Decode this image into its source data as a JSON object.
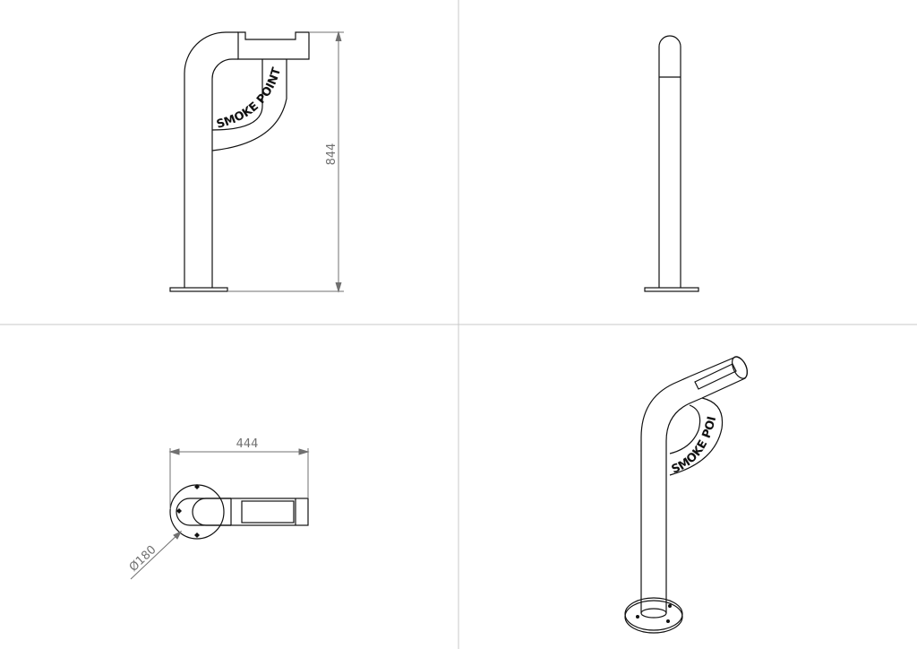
{
  "views": {
    "front": {
      "brand_text": "SMOKE POINT",
      "height_dimension": "844"
    },
    "side": {},
    "top": {
      "width_dimension": "444",
      "diameter_dimension": "Ø180"
    },
    "isometric": {
      "brand_text": "SMOKE POINT"
    }
  },
  "colors": {
    "line": "#111111",
    "dimension": "#707070",
    "divider": "#c8c8c8"
  }
}
